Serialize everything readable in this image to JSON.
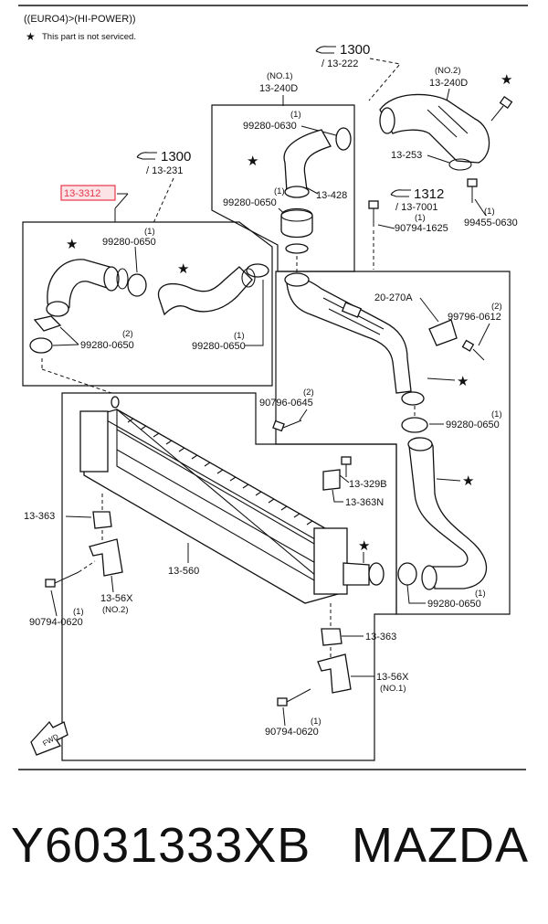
{
  "header": {
    "spec": "((EURO4)>(HI-POWER))",
    "note_symbol": "★",
    "note": "This part is not serviced."
  },
  "callouts": {
    "ref_1300_top": "1300",
    "ref_13222": "/ 13-222",
    "ref_1300_left": "1300",
    "ref_13231": "/ 13-231",
    "ref_1312": "1312",
    "ref_137001": "/ 13-7001"
  },
  "labels": {
    "no1": "(NO.1)",
    "p13240d_a": "13-240D",
    "no2": "(NO.2)",
    "p13240d_b": "13-240D",
    "q1_a": "(1)",
    "p99280_0630": "99280-0630",
    "p13253": "13-253",
    "q1_b": "(1)",
    "p99280_0650_a": "99280-0650",
    "p13428": "13-428",
    "q1_c": "(1)",
    "p90794_1625": "90794-1625",
    "p99455_0630": "99455-0630",
    "highlight": "13-3312",
    "q1_d": "(1)",
    "p99280_0650_b": "99280-0650",
    "q2_a": "(2)",
    "p99280_0650_c": "99280-0650",
    "q1_e": "(1)",
    "p99280_0650_d": "99280-0650",
    "p20270a": "20-270A",
    "q2_b": "(2)",
    "p99796_0612": "99796-0612",
    "q2_c": "(2)",
    "p90796_0645": "90796-0645",
    "q1_f": "(1)",
    "p99280_0650_e": "99280-0650",
    "p13329b": "13-329B",
    "p13363n": "13-363N",
    "p13363_a": "13-363",
    "p13560": "13-560",
    "p1356x_a": "13-56X",
    "no2_b": "(NO.2)",
    "q1_g": "(1)",
    "p90794_0620_a": "90794-0620",
    "p99280_0650_f": "99280-0650",
    "q1_h": "(1)",
    "p13363_b": "13-363",
    "p1356x_b": "13-56X",
    "no1_b": "(NO.1)",
    "q1_i": "(1)",
    "p90794_0620_b": "90794-0620",
    "fwd": "FWD"
  },
  "colors": {
    "highlight": "#e8354a",
    "highlight_fill": "#fbe3e6",
    "line": "#111111"
  },
  "footer": {
    "part_number": "Y6031333XB",
    "brand": "MAZDA"
  }
}
